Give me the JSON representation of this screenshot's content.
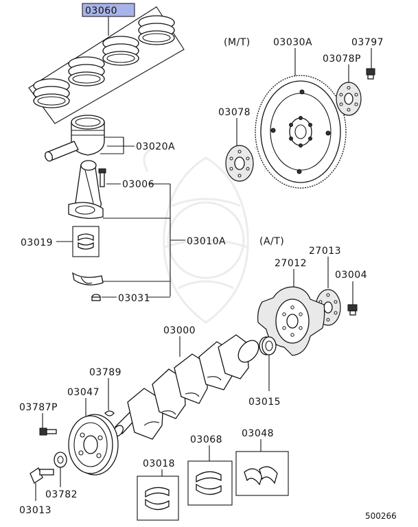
{
  "labels": {
    "rings": "03060",
    "piston": "03020A",
    "conrod_bolt": "03006",
    "rod_bearing": "03019",
    "rod_assembly": "03010A",
    "rod_nut": "03031",
    "mt": "(M/T)",
    "flywheel": "03030A",
    "flywheel_bolt": "03797",
    "flywheel_plate_p": "03078P",
    "flywheel_plate": "03078",
    "at": "(A/T)",
    "drive_plate_adapter": "27013",
    "drive_plate": "27012",
    "drive_plate_bolt": "03004",
    "crankshaft": "03000",
    "bushing": "03015",
    "key": "03789",
    "pulley": "03047",
    "pulley_bolt_p": "03787P",
    "washer": "03782",
    "pulley_bolt": "03013",
    "main_bearing": "03018",
    "main_bearing_b": "03068",
    "thrust_bearing": "03048",
    "diagram_id": "500266"
  },
  "colors": {
    "highlight": "#a8b4e8",
    "line": "#111111",
    "watermark": "#ececec"
  }
}
